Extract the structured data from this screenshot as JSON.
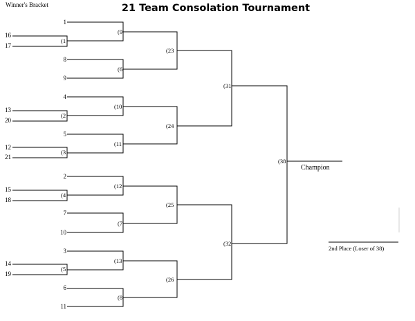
{
  "header": {
    "title": "21 Team Consolation Tournament",
    "bracket_label": "Winner's Bracket"
  },
  "seeds": [
    "1",
    "16",
    "17",
    "8",
    "9",
    "4",
    "13",
    "20",
    "5",
    "12",
    "21",
    "2",
    "15",
    "18",
    "7",
    "10",
    "3",
    "14",
    "19",
    "6",
    "11"
  ],
  "games": {
    "g1": "(1",
    "g2": "(2",
    "g3": "(3",
    "g4": "(4",
    "g5": "(5",
    "g6": "(6",
    "g7": "(7",
    "g8": "(8",
    "g9": "(9",
    "g10": "(10",
    "g11": "(11",
    "g12": "(12",
    "g13": "(13",
    "g23": "(23",
    "g24": "(24",
    "g25": "(25",
    "g26": "(26",
    "g31": "(31",
    "g32": "(32",
    "g38": "(38"
  },
  "results": {
    "champion": "Champion",
    "second_place": "2nd Place (Loser of 38)"
  }
}
